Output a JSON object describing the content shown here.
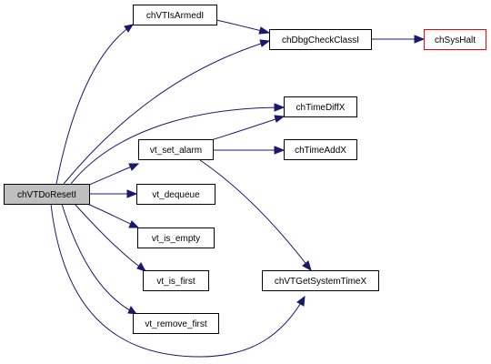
{
  "nodes": {
    "chVTDoResetI": {
      "label": "chVTDoResetI",
      "root": true
    },
    "chVTIsArmedI": {
      "label": "chVTIsArmedI"
    },
    "chDbgCheckClassI": {
      "label": "chDbgCheckClassI"
    },
    "chSysHalt": {
      "label": "chSysHalt",
      "border": "#ff0000"
    },
    "chTimeDiffX": {
      "label": "chTimeDiffX"
    },
    "vt_set_alarm": {
      "label": "vt_set_alarm"
    },
    "chTimeAddX": {
      "label": "chTimeAddX"
    },
    "vt_dequeue": {
      "label": "vt_dequeue"
    },
    "vt_is_empty": {
      "label": "vt_is_empty"
    },
    "vt_is_first": {
      "label": "vt_is_first"
    },
    "chVTGetSystemTimeX": {
      "label": "chVTGetSystemTimeX"
    },
    "vt_remove_first": {
      "label": "vt_remove_first"
    }
  },
  "colors": {
    "edge": "#191970",
    "root_fill": "#bfbfbf",
    "node_fill": "#ffffff",
    "node_border": "#000000",
    "highlight_border": "#ff0000"
  }
}
